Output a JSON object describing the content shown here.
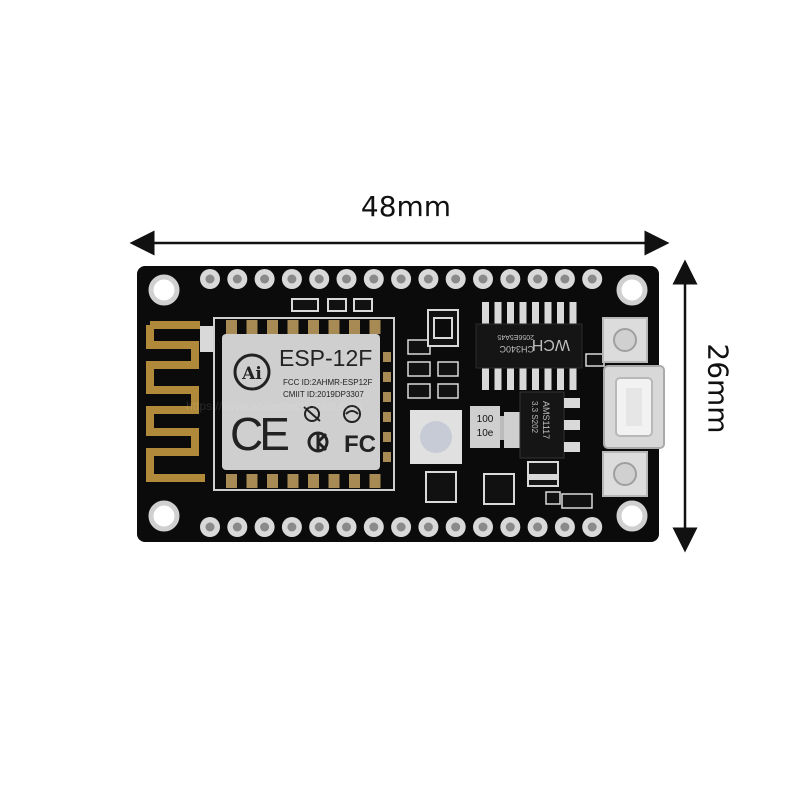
{
  "dimensions": {
    "width_label": "48mm",
    "height_label": "26mm"
  },
  "board": {
    "pcb_color": "#0b0b0b",
    "pad_color": "#d9d9d9",
    "module_shield_color": "#cfcfcf",
    "antenna_color": "#b08a3a",
    "pin_count_per_side": 15
  },
  "module": {
    "model": "ESP-12F",
    "logo_text": "Ai",
    "fcc_line": "FCC ID:2AHMR-ESP12F",
    "cmiit_line": "CMIIT ID:2019DP3307",
    "ce_mark": "CE",
    "fc_mark": "FC"
  },
  "usb_chip": {
    "brand": "WCH",
    "part": "CH340C",
    "code": "2056E5A45"
  },
  "regulator": {
    "part": "AMS1117",
    "code": "3.3 S202"
  },
  "inductor": {
    "line1": "100",
    "line2": "10e"
  },
  "watermark": "https://www.scaleelectronics.com"
}
